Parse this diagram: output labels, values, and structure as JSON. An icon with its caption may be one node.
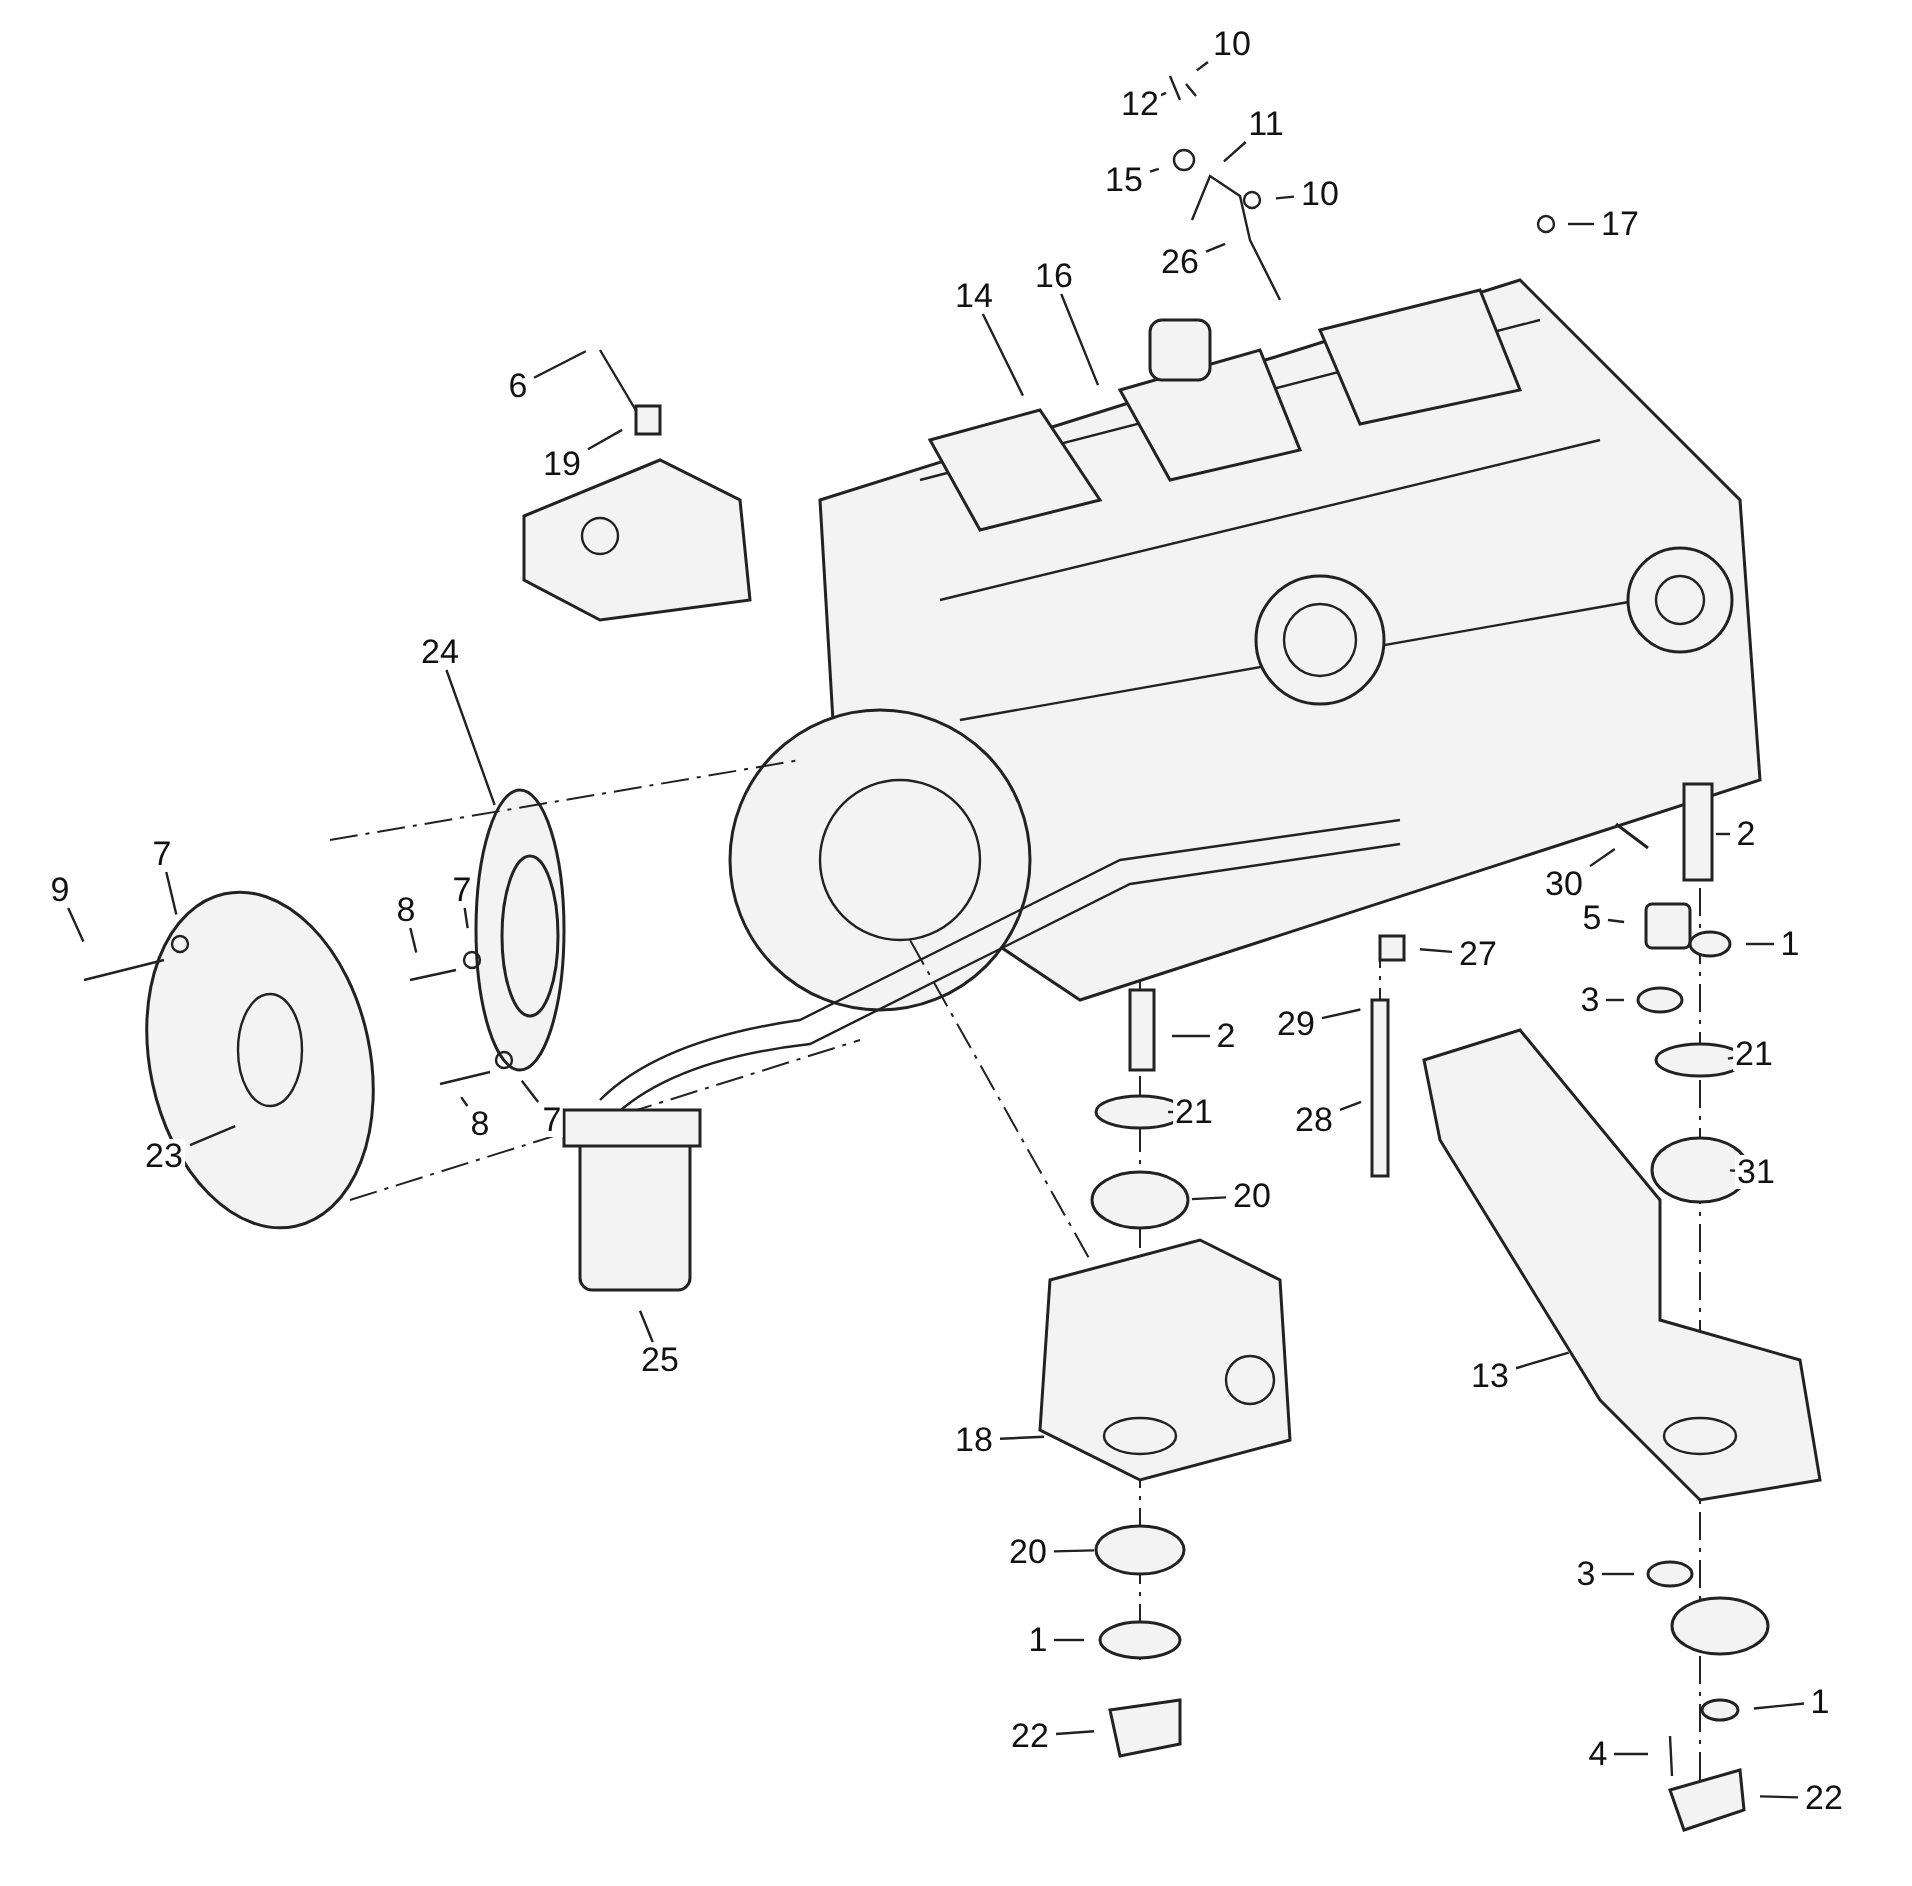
{
  "diagram": {
    "nodes": [
      {
        "text": [
          "10"
        ]
      },
      {
        "text": [
          "12"
        ]
      },
      {
        "text": [
          "11"
        ]
      },
      {
        "text": [
          "15"
        ]
      },
      {
        "text": [
          "10"
        ]
      },
      {
        "text": [
          "17"
        ]
      },
      {
        "text": [
          "26"
        ]
      },
      {
        "text": [
          "14"
        ]
      },
      {
        "text": [
          "16"
        ]
      },
      {
        "text": [
          "6"
        ]
      },
      {
        "text": [
          "19"
        ]
      },
      {
        "text": [
          "24"
        ]
      },
      {
        "text": [
          "2"
        ]
      },
      {
        "text": [
          "30"
        ]
      },
      {
        "text": [
          "7"
        ]
      },
      {
        "text": [
          "9"
        ]
      },
      {
        "text": [
          "7"
        ]
      },
      {
        "text": [
          "1"
        ]
      },
      {
        "text": [
          "5"
        ]
      },
      {
        "text": [
          "8"
        ]
      },
      {
        "text": [
          "27"
        ]
      },
      {
        "text": [
          "3"
        ]
      },
      {
        "text": [
          "2"
        ]
      },
      {
        "text": [
          "29"
        ]
      },
      {
        "text": [
          "21"
        ]
      },
      {
        "text": [
          "7"
        ]
      },
      {
        "text": [
          "8"
        ]
      },
      {
        "text": [
          "23"
        ]
      },
      {
        "text": [
          "21"
        ]
      },
      {
        "text": [
          "28"
        ]
      },
      {
        "text": [
          "31"
        ]
      },
      {
        "text": [
          "20"
        ]
      },
      {
        "text": [
          "25"
        ]
      },
      {
        "text": [
          "13"
        ]
      },
      {
        "text": [
          "18"
        ]
      },
      {
        "text": [
          "20"
        ]
      },
      {
        "text": [
          "3"
        ]
      },
      {
        "text": [
          "1"
        ]
      },
      {
        "text": [
          "1"
        ]
      },
      {
        "text": [
          "4"
        ]
      },
      {
        "text": [
          "22"
        ]
      },
      {
        "text": [
          "22"
        ]
      }
    ],
    "edges": [
      {
        "from": 0,
        "to": null,
        "arrow": "none"
      },
      {
        "from": 1,
        "to": null,
        "arrow": "none"
      },
      {
        "from": 2,
        "to": null,
        "arrow": "none"
      },
      {
        "from": 3,
        "to": null,
        "arrow": "none"
      },
      {
        "from": 4,
        "to": null,
        "arrow": "none"
      },
      {
        "from": 5,
        "to": null,
        "arrow": "none"
      },
      {
        "from": 6,
        "to": null,
        "arrow": "none"
      },
      {
        "from": 7,
        "to": null,
        "arrow": "none"
      },
      {
        "from": 8,
        "to": null,
        "arrow": "none"
      },
      {
        "from": 9,
        "to": null,
        "arrow": "none"
      },
      {
        "from": 10,
        "to": null,
        "arrow": "none"
      },
      {
        "from": 11,
        "to": null,
        "arrow": "none"
      },
      {
        "from": 12,
        "to": null,
        "arrow": "none"
      },
      {
        "from": 13,
        "to": null,
        "arrow": "none"
      },
      {
        "from": 14,
        "to": null,
        "arrow": "none"
      },
      {
        "from": 15,
        "to": null,
        "arrow": "none"
      },
      {
        "from": 16,
        "to": null,
        "arrow": "none"
      },
      {
        "from": 17,
        "to": null,
        "arrow": "none"
      },
      {
        "from": 18,
        "to": null,
        "arrow": "none"
      },
      {
        "from": 19,
        "to": null,
        "arrow": "none"
      },
      {
        "from": 20,
        "to": null,
        "arrow": "none"
      },
      {
        "from": 21,
        "to": null,
        "arrow": "none"
      },
      {
        "from": 22,
        "to": null,
        "arrow": "none"
      },
      {
        "from": 23,
        "to": null,
        "arrow": "none"
      },
      {
        "from": 24,
        "to": null,
        "arrow": "none"
      },
      {
        "from": 25,
        "to": null,
        "arrow": "none"
      },
      {
        "from": 26,
        "to": null,
        "arrow": "none"
      },
      {
        "from": 27,
        "to": null,
        "arrow": "none"
      },
      {
        "from": 28,
        "to": null,
        "arrow": "none"
      },
      {
        "from": 29,
        "to": null,
        "arrow": "none"
      },
      {
        "from": 30,
        "to": null,
        "arrow": "none"
      },
      {
        "from": 31,
        "to": null,
        "arrow": "none"
      },
      {
        "from": 32,
        "to": null,
        "arrow": "none"
      },
      {
        "from": 33,
        "to": null,
        "arrow": "none"
      },
      {
        "from": 34,
        "to": null,
        "arrow": "none"
      },
      {
        "from": 35,
        "to": null,
        "arrow": "none"
      },
      {
        "from": 36,
        "to": null,
        "arrow": "none"
      },
      {
        "from": 37,
        "to": null,
        "arrow": "none"
      },
      {
        "from": 38,
        "to": null,
        "arrow": "none"
      },
      {
        "from": 39,
        "to": null,
        "arrow": "none"
      },
      {
        "from": 40,
        "to": null,
        "arrow": "none"
      },
      {
        "from": 41,
        "to": null,
        "arrow": "none"
      }
    ]
  }
}
